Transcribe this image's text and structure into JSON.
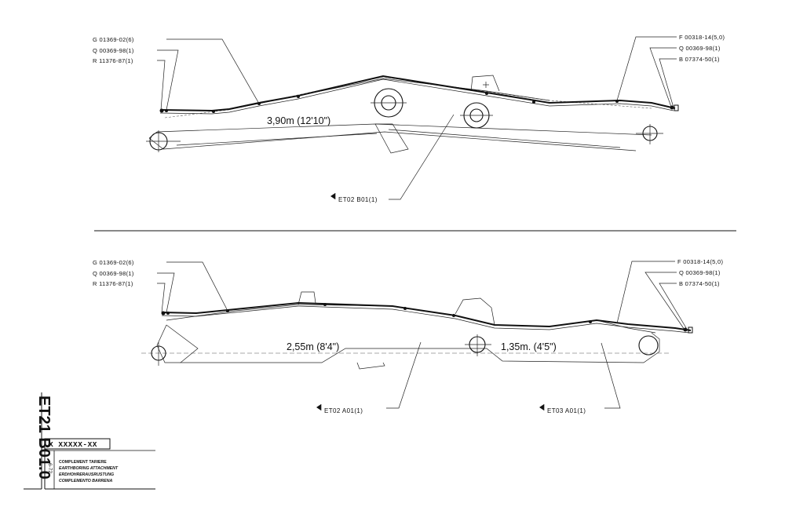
{
  "top_view": {
    "left_callouts": [
      "G 01369-02(6)",
      "Q 00369-98(1)",
      "R 11376-87(1)"
    ],
    "right_callouts": [
      "F 00318-14(5,0)",
      "Q 00369-98(1)",
      "B 07374-50(1)"
    ],
    "dimension": "3,90m (12'10\")",
    "reference": "ET02 B01(1)"
  },
  "bottom_view": {
    "left_callouts": [
      "G 01369-02(6)",
      "Q 00369-98(1)",
      "R 11376-87(1)"
    ],
    "right_callouts": [
      "F 00318-14(5,0)",
      "Q 00369-98(1)",
      "B 07374-50(1)"
    ],
    "dimension_1": "2,55m (8'4\")",
    "dimension_2": "1,35m. (4'5\")",
    "reference_1": "ET02 A01(1)",
    "reference_2": "ET03 A01(1)"
  },
  "sheet_number": "ET21 B01.0",
  "title_block": {
    "code": "X XXXXX-XX",
    "date": "6-72",
    "titles": [
      "COMPLEMENT TARIERE",
      "EARTHBORING ATTACHMENT",
      "ERDHOHRERAUSRUSTUNG",
      "COMPLEMENTO BARRENA"
    ]
  }
}
